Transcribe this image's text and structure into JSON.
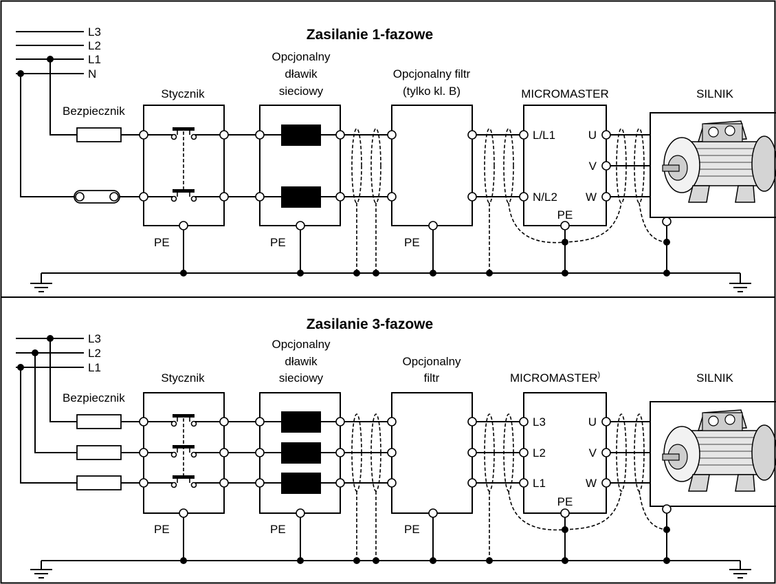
{
  "sections": [
    {
      "id": "1ph",
      "title": "Zasilanie 1-fazowe",
      "lines": [
        "L3",
        "L2",
        "L1",
        "N"
      ],
      "contactor": "Stycznik",
      "fuse": "Bezpiecznik",
      "choke": [
        "Opcjonalny",
        "dławik",
        "sieciowy"
      ],
      "filter": [
        "Opcjonalny filtr",
        "(tylko kl. B)"
      ],
      "drive": "MICROMASTER",
      "motor": "SILNIK",
      "drive_inputs": [
        "L/L1",
        "N/L2"
      ],
      "drive_outputs": [
        "U",
        "V",
        "W"
      ],
      "pe": "PE"
    },
    {
      "id": "3ph",
      "title": "Zasilanie 3-fazowe",
      "lines": [
        "L3",
        "L2",
        "L1"
      ],
      "contactor": "Stycznik",
      "fuse": "Bezpiecznik",
      "choke": [
        "Opcjonalny",
        "dławik",
        "sieciowy"
      ],
      "filter": [
        "Opcjonalny",
        "filtr"
      ],
      "drive": "MICROMASTER",
      "drive_sup": ")",
      "motor": "SILNIK",
      "drive_inputs": [
        "L3",
        "L2",
        "L1"
      ],
      "drive_outputs": [
        "U",
        "V",
        "W"
      ],
      "pe": "PE"
    }
  ]
}
